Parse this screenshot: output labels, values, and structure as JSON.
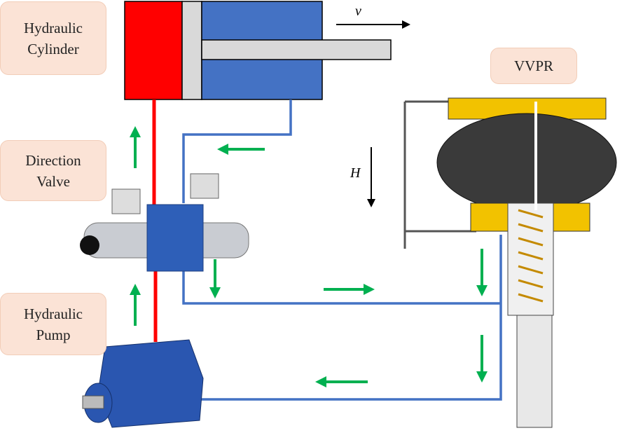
{
  "labels": {
    "cylinder": [
      "Hydraulic",
      "Cylinder"
    ],
    "valve": [
      "Direction",
      "Valve"
    ],
    "pump": [
      "Hydraulic",
      "Pump"
    ],
    "vvpr": "VVPR"
  },
  "symbols": {
    "velocity": "v",
    "height": "H"
  },
  "colors": {
    "pressure_line": "#ff0000",
    "return_line": "#4472c4",
    "flow_arrow": "#00b050",
    "label_bg": "#fbe3d6"
  }
}
